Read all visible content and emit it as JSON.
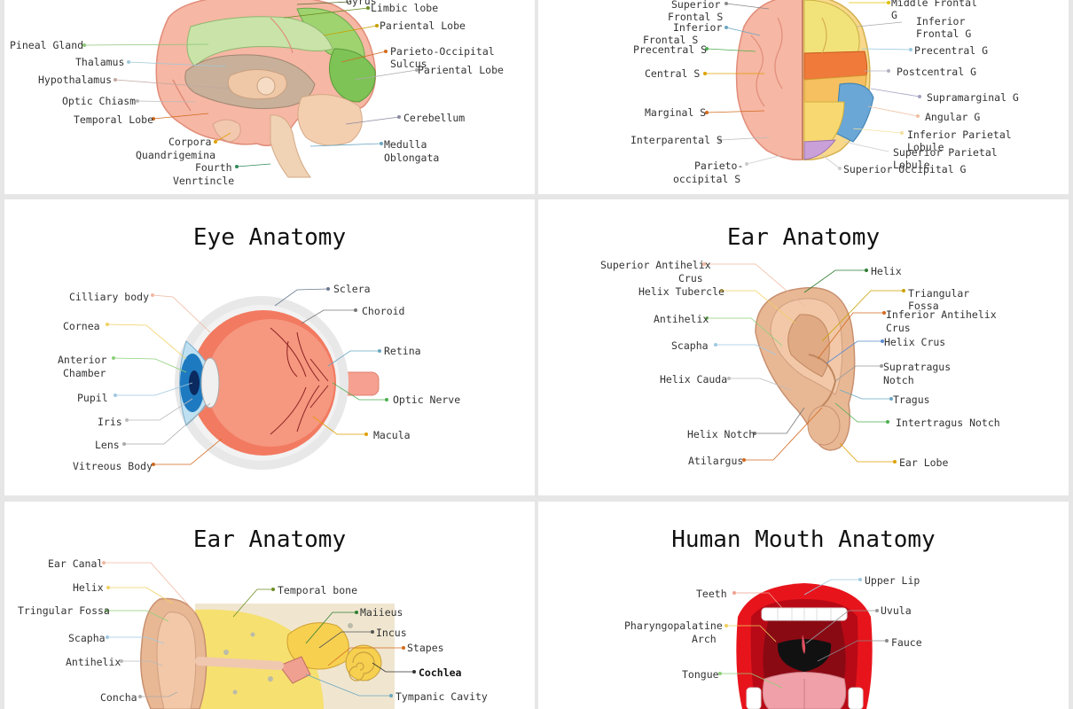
{
  "panels": {
    "brain_mid": {
      "labels": {
        "gyrus": "Gyrus",
        "limbic": "Limbic lobe",
        "parietal1": "Pariental Lobe",
        "pineal": "Pineal Gland",
        "parieto_occ_1": "Parieto-Occipital",
        "parieto_occ_2": "Sulcus",
        "thalamus": "Thalamus",
        "parietal2": "Pariental Lobe",
        "hypothalamus": "Hypothalamus",
        "optic": "Optic Chiasm",
        "temporal": "Temporal Lobe",
        "cerebellum": "Cerebellum",
        "corpora_1": "Corpora",
        "corpora_2": "Quandrigemina",
        "medulla_1": "Medulla",
        "medulla_2": "Oblongata",
        "fourth_1": "Fourth",
        "fourth_2": "Venrtincle"
      }
    },
    "brain_top": {
      "labels": {
        "sup_frontal_1": "Superior",
        "sup_frontal_2": "Frontal S",
        "inf_frontal_1": "Inferior",
        "inf_frontal_2": "Frontal S",
        "precentral_s": "Precentral S",
        "central_s": "Central S",
        "marginal_s": "Marginal S",
        "interparental_s": "Interparental S",
        "parieto_occ_1": "Parieto-",
        "parieto_occ_2": "occipital  S",
        "middle_frontal_1": "Middle Frontal",
        "middle_frontal_2": "G",
        "inf_frontal_g_1": "Inferior",
        "inf_frontal_g_2": "Frontal G",
        "precentral_g": "Precentral G",
        "postcentral_g": "Postcentral G",
        "supramarginal_g": "Supramarginal G",
        "angular_g": "Angular G",
        "inf_parietal_1": "Inferior Parietal",
        "inf_parietal_2": "Lobule",
        "sup_parietal_1": "Superior Parietal",
        "sup_parietal_2": "Lobule",
        "sup_occipital_g": "Superior Occipital G"
      }
    },
    "eye": {
      "title": "Eye Anatomy",
      "labels": {
        "ciliary": "Cilliary body",
        "cornea": "Cornea",
        "anterior_1": "Anterior",
        "anterior_2": "Chamber",
        "pupil": "Pupil",
        "iris": "Iris",
        "lens": "Lens",
        "vitreous": "Vitreous Body",
        "sclera": "Sclera",
        "choroid": "Choroid",
        "retina": "Retina",
        "optic": "Optic Nerve",
        "macula": "Macula"
      }
    },
    "ear_outer": {
      "title": "Ear Anatomy",
      "labels": {
        "sup_antihelix_1": "Superior Antihelix",
        "sup_antihelix_2": "Crus",
        "helix_tubercle": "Helix Tubercle",
        "antihelix": "Antihelix",
        "scapha": "Scapha",
        "helix_cauda": "Helix Cauda",
        "helix_notch": "Helix Notch",
        "atilargus": "Atilargus",
        "helix": "Helix",
        "triangular_1": "Triangular",
        "triangular_2": "Fossa",
        "inf_antihelix_1": "Inferior Antihelix",
        "inf_antihelix_2": "Crus",
        "helix_crus": "Helix Crus",
        "supratragus_1": "Supratragus",
        "supratragus_2": "Notch",
        "tragus": "Tragus",
        "intertragus": "Intertragus Notch",
        "ear_lobe": "Ear Lobe"
      }
    },
    "ear_inner": {
      "title": "Ear Anatomy",
      "labels": {
        "ear_canal": "Ear Canal",
        "helix": "Helix",
        "triangular": "Tringular Fossa",
        "scapha": "Scapha",
        "antihelix": "Antihelix",
        "concha": "Concha",
        "temporal": "Temporal bone",
        "malleus": "Maiieus",
        "incus": "Incus",
        "stapes": "Stapes",
        "cochlea": "Cochlea",
        "tympanic": "Tympanic Cavity"
      }
    },
    "mouth": {
      "title": "Human Mouth Anatomy",
      "labels": {
        "teeth": "Teeth",
        "pharyng_1": "Pharyngopalatine",
        "pharyng_2": "Arch",
        "tongue": "Tongue",
        "upper_lip": "Upper Lip",
        "uvula": "Uvula",
        "fauce": "Fauce"
      }
    }
  },
  "colors": {
    "background": "#e6e6e6",
    "panel": "#ffffff"
  }
}
